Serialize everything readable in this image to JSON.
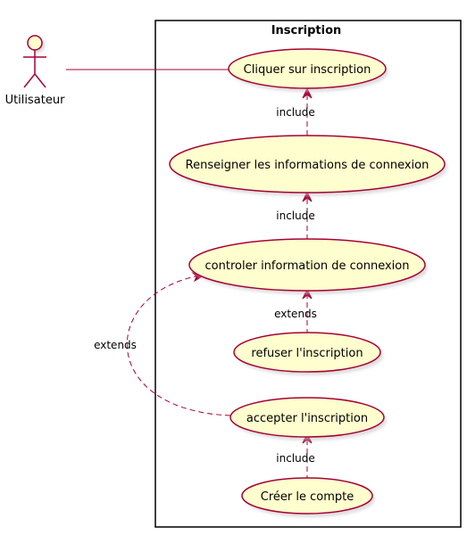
{
  "system": {
    "title": "Inscription"
  },
  "actor": {
    "name": "Utilisateur"
  },
  "use_cases": {
    "cliquer": "Cliquer sur inscription",
    "renseigner": "Renseigner les informations de connexion",
    "controler": "controler information de connexion",
    "refuser": "refuser l'inscription",
    "accepter": "accepter l'inscription",
    "creer": "Créer le compte"
  },
  "relations": {
    "renseigner_to_cliquer": "include",
    "controler_to_renseigner": "include",
    "refuser_to_controler": "extends",
    "accepter_to_controler": "extends",
    "creer_to_accepter": "include"
  },
  "colors": {
    "use_case_fill": "#FEFECE",
    "stroke": "#A80036",
    "boundary": "#000000"
  }
}
